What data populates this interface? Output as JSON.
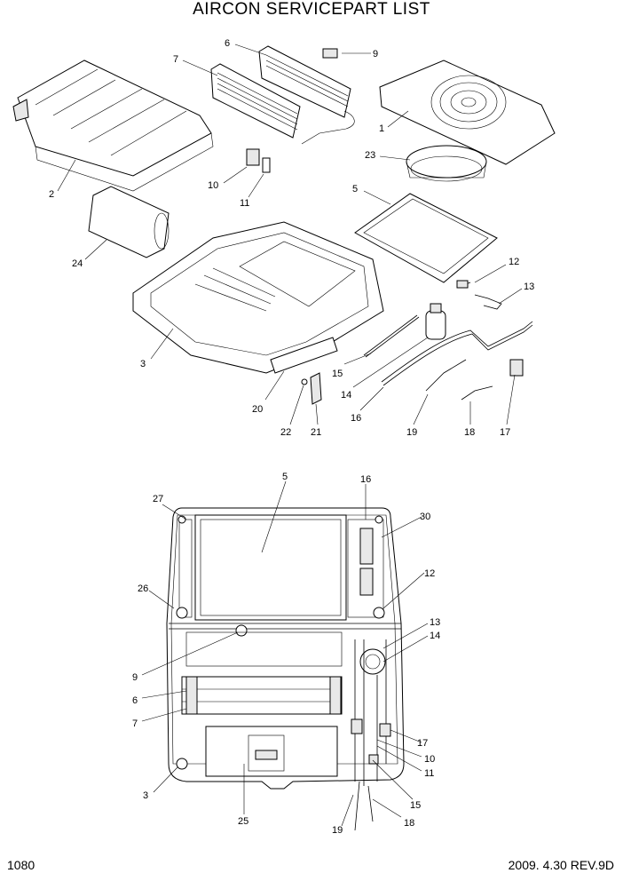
{
  "title": "AIRCON SERVICEPART LIST",
  "page_number": "1080",
  "date_rev": "2009. 4.30  REV.9D",
  "callouts_exploded": {
    "c1": "1",
    "c2": "2",
    "c3": "3",
    "c5": "5",
    "c6": "6",
    "c7": "7",
    "c9": "9",
    "c10": "10",
    "c11": "11",
    "c12": "12",
    "c13": "13",
    "c14": "14",
    "c15": "15",
    "c16": "16",
    "c17": "17",
    "c18": "18",
    "c19": "19",
    "c20": "20",
    "c21": "21",
    "c22": "22",
    "c23": "23",
    "c24": "24"
  },
  "callouts_plan": {
    "c3": "3",
    "c5": "5",
    "c6": "6",
    "c7": "7",
    "c9": "9",
    "c10": "10",
    "c11": "11",
    "c12": "12",
    "c13": "13",
    "c14": "14",
    "c15": "15",
    "c16": "16",
    "c17": "17",
    "c18": "18",
    "c19": "19",
    "c25": "25",
    "c26": "26",
    "c27": "27",
    "c30": "30"
  }
}
